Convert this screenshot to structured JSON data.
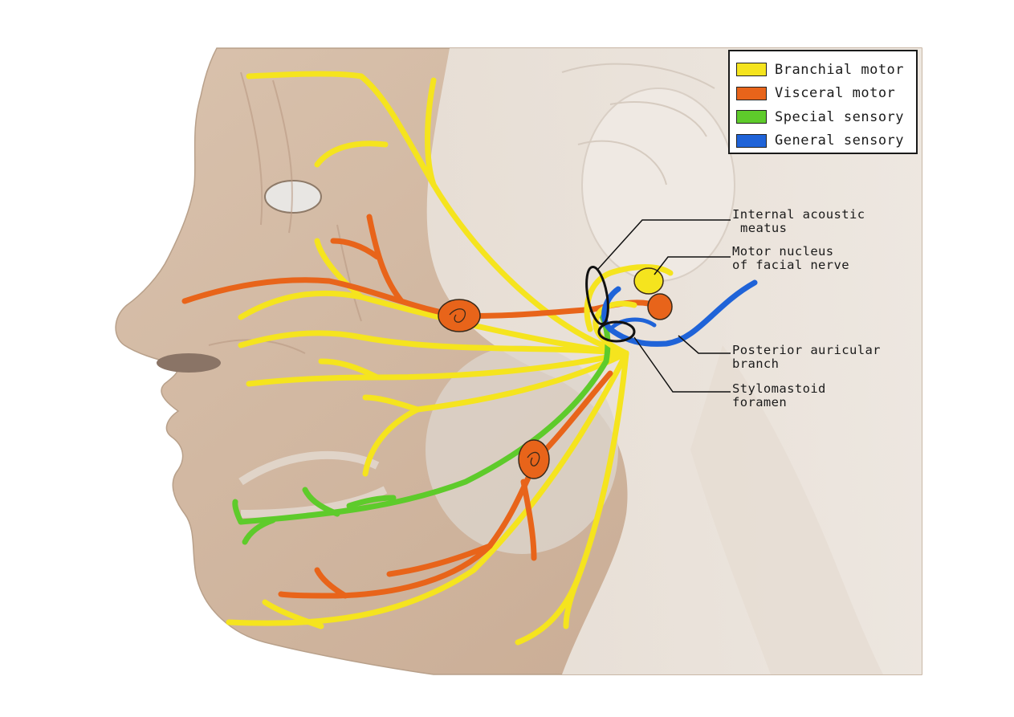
{
  "colors": {
    "branchial_motor": "#f5e41e",
    "visceral_motor": "#e8641a",
    "special_sensory": "#5ecb2b",
    "general_sensory": "#1f63d8"
  },
  "legend": {
    "items": [
      {
        "label": "Branchial motor",
        "color": "#f5e41e"
      },
      {
        "label": "Visceral motor",
        "color": "#e8641a"
      },
      {
        "label": "Special sensory",
        "color": "#5ecb2b"
      },
      {
        "label": "General sensory",
        "color": "#1f63d8"
      }
    ]
  },
  "labels": {
    "internal_acoustic_meatus": [
      "Internal acoustic",
      "meatus"
    ],
    "motor_nucleus": [
      "Motor nucleus",
      "of facial nerve"
    ],
    "posterior_auricular": [
      "Posterior auricular",
      "branch"
    ],
    "stylomastoid": [
      "Stylomastoid",
      "foramen"
    ]
  }
}
